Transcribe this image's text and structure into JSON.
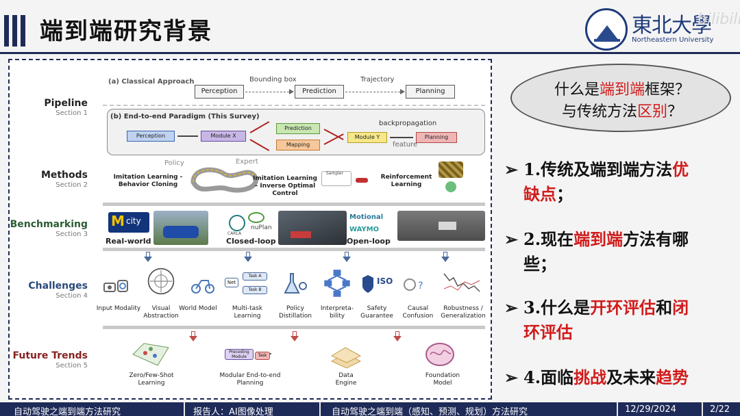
{
  "header": {
    "title": "端到端研究背景",
    "university_cn": "東北大學",
    "university_en": "Northeastern University",
    "watermark": "bilibili"
  },
  "figure": {
    "pipeline": {
      "label": "Pipeline",
      "section": "Section 1",
      "classical_title": "(a) Classical Approach",
      "classical_boxes": [
        "Perception",
        "Prediction",
        "Planning"
      ],
      "bbox_label": "Bounding box",
      "trajectory_label": "Trajectory",
      "paradigm_title": "(b) End-to-end Paradigm (This Survey)",
      "modules": [
        "Perception",
        "Module X",
        "Prediction",
        "Mapping",
        "Module Y",
        "Planning"
      ],
      "backprop": "backpropagation",
      "feature": "feature"
    },
    "methods": {
      "label": "Methods",
      "section": "Section 2",
      "policy": "Policy",
      "expert": "Expert",
      "il_bc": "Imitation Learning - Behavior Cloning",
      "il_iol": "Imitation Learning – Inverse Optimal Control",
      "sampler": "Sampler",
      "rl": "Reinforcement Learning"
    },
    "benchmarking": {
      "label": "Benchmarking",
      "section": "Section 3",
      "real_world": "Real-world",
      "closed_loop": "Closed-loop",
      "open_loop": "Open-loop",
      "mcity": "city",
      "carla": "CARLA",
      "nuplan": "nuPlan",
      "motional": "Motional",
      "waymo": "WAYMO"
    },
    "challenges": {
      "label": "Challenges",
      "section": "Section 4",
      "items": [
        "Input Modality",
        "Visual Abstraction",
        "World Model",
        "Multi-task Learning",
        "Policy Distillation",
        "Interpreta-bility",
        "Safety Guarantee",
        "Causal Confusion",
        "Robustness / Generalization"
      ],
      "net": "Net",
      "task_a": "Task A",
      "task_b": "Task B",
      "iso": "ISO"
    },
    "trends": {
      "label": "Future Trends",
      "section": "Section 5",
      "items": [
        "Zero/Few-Shot Learning",
        "Modular End-to-end Planning",
        "Data Engine",
        "Foundation Model"
      ],
      "preceding": "Preceding Module",
      "task": "Task"
    }
  },
  "question": {
    "line1_a": "什么是",
    "line1_b": "端到端",
    "line1_c": "框架？",
    "line2_a": "与传统方法",
    "line2_b": "区别",
    "line2_c": "？"
  },
  "bullets": {
    "b1_a": "1.传统及端到端方法",
    "b1_b": "优",
    "b1_c": "缺点",
    "b1_d": "；",
    "b2_a": "2.现在",
    "b2_b": "端到端",
    "b2_c": "方法有哪",
    "b2_d": "些；",
    "b3_a": "3.什么是",
    "b3_b": "开环评估",
    "b3_c": "和",
    "b3_d": "闭",
    "b3_e": "环评估",
    "b4_a": "4.面临",
    "b4_b": "挑战",
    "b4_c": "及未来",
    "b4_d": "趋势"
  },
  "footer": {
    "seg1": "自动驾驶之端到端方法研究",
    "seg2": "报告人：AI图像处理",
    "seg3": "自动驾驶之端到端（感知、预测、规划）方法研究",
    "date": "12/29/2024",
    "page": "2/22"
  },
  "colors": {
    "navy": "#1e2a57",
    "highlight": "#d11b1b"
  }
}
